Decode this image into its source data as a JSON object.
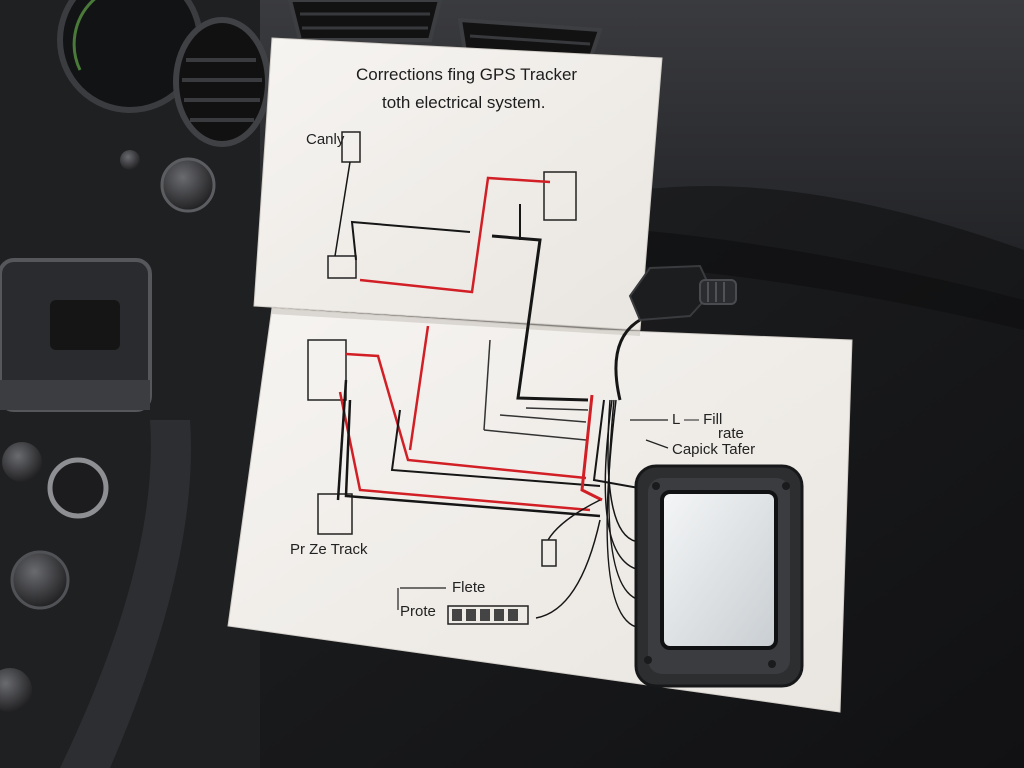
{
  "scene": {
    "subject": "gps-tracker-wiring-diagram-on-car-dashboard"
  },
  "diagram": {
    "title_line_1": "Corrections fing GPS Tracker",
    "title_line_2": "toth electrical system.",
    "top_label_left": "Canly",
    "label_fill": "L — Fill",
    "label_rate": "rate",
    "label_capick": "Capick Tafer",
    "label_track": "Pr Ze Track",
    "label_flete": "Flete",
    "label_prote": "Prote"
  },
  "colors": {
    "dash": "#1d1d1f",
    "dash_light": "#2b2b2e",
    "paper": "#f3f0ec",
    "wire_red": "#d21f26",
    "wire_black": "#161616",
    "device_body": "#2c2e30",
    "screen": "#dfe3e6"
  }
}
